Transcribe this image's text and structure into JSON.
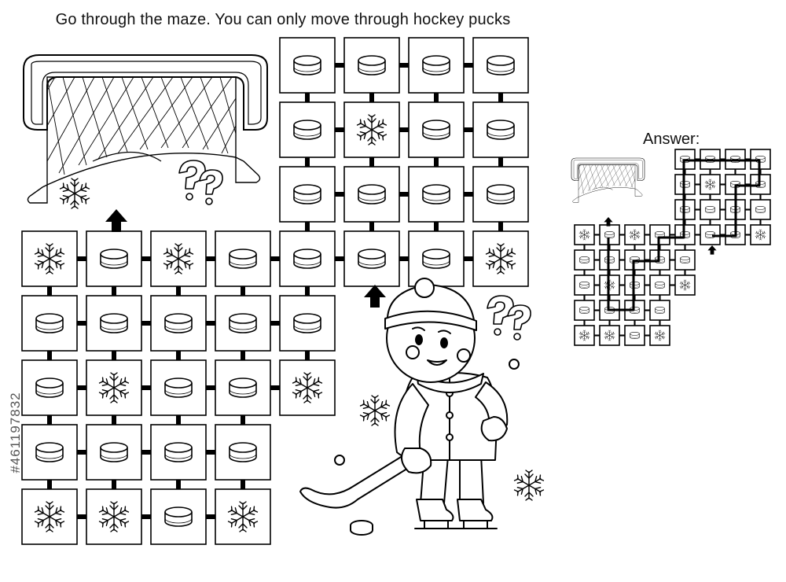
{
  "instruction": "Go through the maze. You can only move through hockey pucks",
  "answer_label": "Answer:",
  "stock_id": "#461197832",
  "maze": {
    "rows": [
      [
        "",
        "",
        "",
        "",
        "puck",
        "puck",
        "puck",
        "puck"
      ],
      [
        "",
        "",
        "",
        "",
        "puck",
        "snowflake",
        "puck",
        "puck"
      ],
      [
        "",
        "",
        "",
        "",
        "puck",
        "puck",
        "puck",
        "puck"
      ],
      [
        "snowflake",
        "puck",
        "snowflake",
        "puck",
        "puck",
        "puck",
        "puck",
        "snowflake"
      ],
      [
        "puck",
        "puck",
        "puck",
        "puck",
        "puck",
        "",
        "",
        ""
      ],
      [
        "puck",
        "snowflake",
        "puck",
        "puck",
        "snowflake",
        "",
        "",
        ""
      ],
      [
        "puck",
        "puck",
        "puck",
        "puck",
        "",
        "",
        "",
        ""
      ],
      [
        "snowflake",
        "snowflake",
        "puck",
        "snowflake",
        "",
        "",
        "",
        ""
      ]
    ],
    "start_icon": "arrow-up-icon",
    "finish_icon": "arrow-up-icon"
  },
  "icons": {
    "puck": "hockey-puck-icon",
    "snowflake": "snowflake-icon",
    "goal": "hockey-goal-icon",
    "player": "hockey-player-icon",
    "question": "question-marks-icon"
  }
}
